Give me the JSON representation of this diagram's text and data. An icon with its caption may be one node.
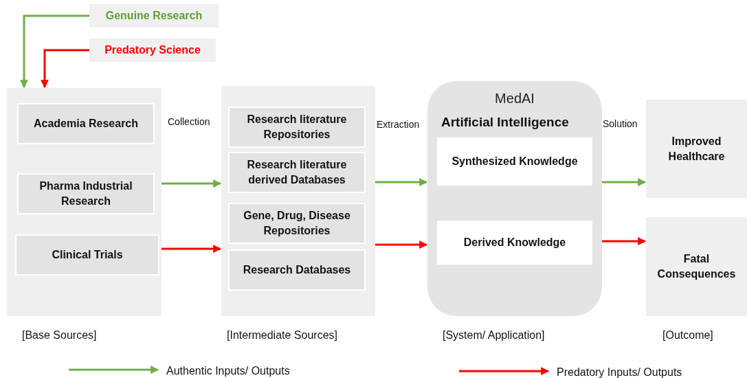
{
  "diagram": {
    "nodes": [
      {
        "text": [
          "Genuine Research"
        ]
      },
      {
        "text": [
          "Predatory Science"
        ]
      },
      {
        "text": [],
        "shape": "box",
        "beside": [
          "[Base Sources]"
        ]
      },
      {
        "text": [
          "Academia Research"
        ],
        "in": 2
      },
      {
        "text": [
          "Pharma Industrial Research"
        ],
        "in": 2
      },
      {
        "text": [
          "Clinical Trials"
        ],
        "in": 2
      },
      {
        "text": [],
        "shape": "box",
        "beside": [
          "[Intermediate Sources]"
        ]
      },
      {
        "text": [
          "Research literature Repositories"
        ],
        "in": 6
      },
      {
        "text": [
          "Research literature derived Databases"
        ],
        "in": 6
      },
      {
        "text": [
          "Gene, Drug, Disease Repositories"
        ],
        "in": 6
      },
      {
        "text": [
          "Research Databases"
        ],
        "in": 6
      },
      {
        "text": [
          "MedAI",
          "Artificial Intelligence"
        ],
        "beside": [
          "[System/ Application]"
        ]
      },
      {
        "text": [
          "Synthesized Knowledge"
        ],
        "in": 11
      },
      {
        "text": [
          "Derived Knowledge"
        ],
        "in": 11
      },
      {
        "text": [
          "Improved Healthcare"
        ]
      },
      {
        "text": [
          "Fatal Consequences"
        ],
        "beside": [
          "[Outcome]"
        ]
      }
    ],
    "edges": [
      {
        "from": 0,
        "to": 2,
        "arrow": "to",
        "color": "#70ad47"
      },
      {
        "from": 1,
        "to": 2,
        "arrow": "to",
        "color": "#ff0000"
      },
      {
        "from": 2,
        "to": 6,
        "arrow": "to",
        "color": "#70ad47"
      },
      {
        "from": 2,
        "to": 6,
        "arrow": "to",
        "color": "#ff0000"
      },
      {
        "from": 6,
        "to": 11,
        "arrow": "to",
        "color": "#70ad47"
      },
      {
        "from": 6,
        "to": 11,
        "arrow": "to",
        "color": "#ff0000"
      },
      {
        "from": 11,
        "to": 14,
        "arrow": "to",
        "color": "#70ad47"
      },
      {
        "from": 11,
        "to": 15,
        "arrow": "to",
        "color": "#ff0000"
      }
    ],
    "labels": [
      "Collection",
      "Extraction",
      "Solution"
    ],
    "legend": [
      {
        "text": "Authentic Inputs/ Outputs"
      },
      {
        "text": "Predatory Inputs/ Outputs"
      }
    ]
  }
}
